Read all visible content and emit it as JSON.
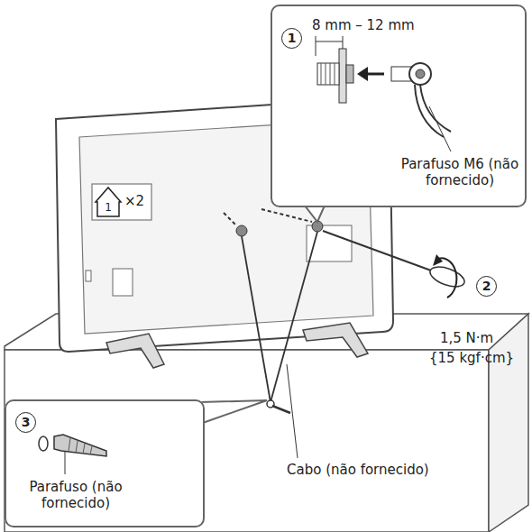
{
  "diagram": {
    "nodes": [
      {
        "text": [
          "1",
          "8 mm – 12 mm",
          "Parafuso M6 (não fornecido)"
        ]
      },
      {
        "text": [
          "3",
          "Parafuso (não fornecido)"
        ]
      }
    ],
    "labels": [
      "1",
      "×2",
      "2",
      "1,5 N·m",
      "{15 kgf·cm}",
      "Cabo (não fornecido)"
    ]
  }
}
